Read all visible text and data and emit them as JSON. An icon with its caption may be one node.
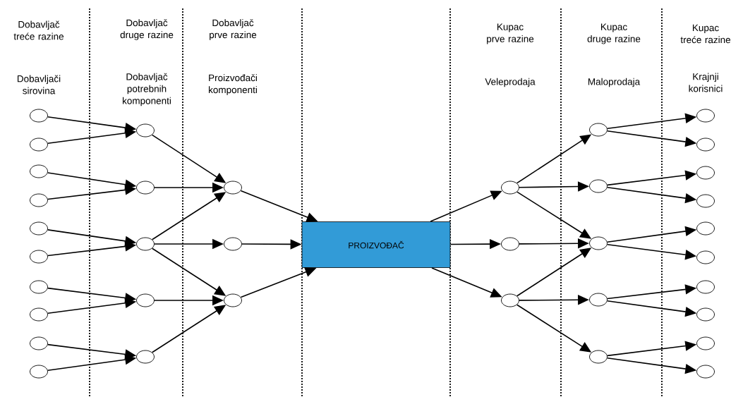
{
  "diagram": {
    "nodes": [
      {
        "text": [],
        "shape": "circle"
      },
      {
        "text": [],
        "shape": "circle"
      },
      {
        "text": [],
        "shape": "circle"
      },
      {
        "text": [],
        "shape": "circle"
      },
      {
        "text": [],
        "shape": "circle"
      },
      {
        "text": [],
        "shape": "circle"
      },
      {
        "text": [],
        "shape": "circle"
      },
      {
        "text": [],
        "shape": "circle"
      },
      {
        "text": [],
        "shape": "circle"
      },
      {
        "text": [],
        "shape": "circle"
      },
      {
        "text": [],
        "shape": "circle"
      },
      {
        "text": [],
        "shape": "circle"
      },
      {
        "text": [],
        "shape": "circle"
      },
      {
        "text": [],
        "shape": "circle"
      },
      {
        "text": [],
        "shape": "circle"
      },
      {
        "text": [],
        "shape": "circle"
      },
      {
        "text": [],
        "shape": "circle"
      },
      {
        "text": [],
        "shape": "circle"
      },
      {
        "text": [
          "PROIZVOĐAČ"
        ]
      },
      {
        "text": [],
        "shape": "circle"
      },
      {
        "text": [],
        "shape": "circle"
      },
      {
        "text": [],
        "shape": "circle"
      },
      {
        "text": [],
        "shape": "circle"
      },
      {
        "text": [],
        "shape": "circle"
      },
      {
        "text": [],
        "shape": "circle"
      },
      {
        "text": [],
        "shape": "circle"
      },
      {
        "text": [],
        "shape": "circle"
      },
      {
        "text": [],
        "shape": "circle"
      },
      {
        "text": [],
        "shape": "circle"
      },
      {
        "text": [],
        "shape": "circle"
      },
      {
        "text": [],
        "shape": "circle"
      },
      {
        "text": [],
        "shape": "circle"
      },
      {
        "text": [],
        "shape": "circle"
      },
      {
        "text": [],
        "shape": "circle"
      },
      {
        "text": [],
        "shape": "circle"
      },
      {
        "text": [],
        "shape": "circle"
      },
      {
        "text": [],
        "shape": "circle"
      }
    ],
    "edges": [
      {
        "from": 0,
        "to": 10,
        "arrow": "to"
      },
      {
        "from": 1,
        "to": 10,
        "arrow": "to"
      },
      {
        "from": 2,
        "to": 11,
        "arrow": "to"
      },
      {
        "from": 3,
        "to": 11,
        "arrow": "to"
      },
      {
        "from": 4,
        "to": 12,
        "arrow": "to"
      },
      {
        "from": 5,
        "to": 12,
        "arrow": "to"
      },
      {
        "from": 6,
        "to": 13,
        "arrow": "to"
      },
      {
        "from": 7,
        "to": 13,
        "arrow": "to"
      },
      {
        "from": 8,
        "to": 14,
        "arrow": "to"
      },
      {
        "from": 9,
        "to": 14,
        "arrow": "to"
      },
      {
        "from": 10,
        "to": 15,
        "arrow": "to"
      },
      {
        "from": 11,
        "to": 15,
        "arrow": "to"
      },
      {
        "from": 12,
        "to": 15,
        "arrow": "to"
      },
      {
        "from": 12,
        "to": 16,
        "arrow": "to"
      },
      {
        "from": 12,
        "to": 17,
        "arrow": "to"
      },
      {
        "from": 13,
        "to": 17,
        "arrow": "to"
      },
      {
        "from": 14,
        "to": 17,
        "arrow": "to"
      },
      {
        "from": 15,
        "to": 18,
        "arrow": "to"
      },
      {
        "from": 16,
        "to": 18,
        "arrow": "to"
      },
      {
        "from": 17,
        "to": 18,
        "arrow": "to"
      },
      {
        "from": 18,
        "to": 19,
        "arrow": "to"
      },
      {
        "from": 18,
        "to": 20,
        "arrow": "to"
      },
      {
        "from": 18,
        "to": 21,
        "arrow": "to"
      },
      {
        "from": 19,
        "to": 22,
        "arrow": "to"
      },
      {
        "from": 19,
        "to": 23,
        "arrow": "to"
      },
      {
        "from": 19,
        "to": 24,
        "arrow": "to"
      },
      {
        "from": 20,
        "to": 24,
        "arrow": "to"
      },
      {
        "from": 21,
        "to": 24,
        "arrow": "to"
      },
      {
        "from": 21,
        "to": 25,
        "arrow": "to"
      },
      {
        "from": 21,
        "to": 26,
        "arrow": "to"
      },
      {
        "from": 22,
        "to": 27,
        "arrow": "to"
      },
      {
        "from": 22,
        "to": 28,
        "arrow": "to"
      },
      {
        "from": 23,
        "to": 29,
        "arrow": "to"
      },
      {
        "from": 23,
        "to": 30,
        "arrow": "to"
      },
      {
        "from": 24,
        "to": 31,
        "arrow": "to"
      },
      {
        "from": 24,
        "to": 32,
        "arrow": "to"
      },
      {
        "from": 25,
        "to": 33,
        "arrow": "to"
      },
      {
        "from": 25,
        "to": 34,
        "arrow": "to"
      },
      {
        "from": 26,
        "to": 35,
        "arrow": "to"
      },
      {
        "from": 26,
        "to": 36,
        "arrow": "to"
      }
    ],
    "labels": [
      "Dobavljač treće razine",
      "Dobavljači sirovina",
      "Dobavljač druge razine",
      "Dobavljač potrebnih komponenti",
      "Dobavljač prve razine",
      "Proizvođači komponenti",
      "Kupac prve razine",
      "Veleprodaja",
      "Kupac druge razine",
      "Maloprodaja",
      "Kupac treće razine",
      "Krajnji korisnici"
    ]
  }
}
